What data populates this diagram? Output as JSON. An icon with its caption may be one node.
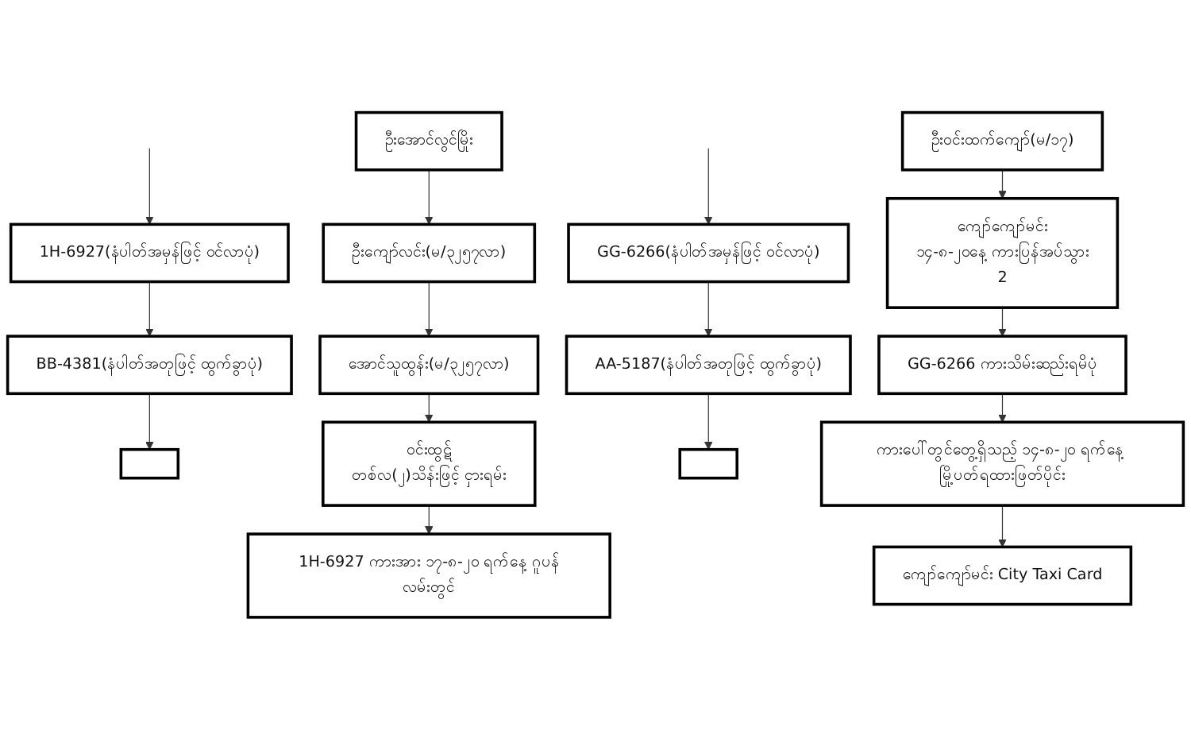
{
  "diagram": {
    "nodes": [
      {
        "text": [
          "1H-6927(နံပါတ်အမှန်ဖြင့် ဝင်လာပုံ)"
        ]
      },
      {
        "text": [
          "BB-4381(နံပါတ်အတုဖြင့် ထွက်ခွာပုံ)"
        ]
      },
      {
        "text": [],
        "shape": "box"
      },
      {
        "text": [
          "ဦးအောင်လွင်မြိုး"
        ]
      },
      {
        "text": [
          "ဦးကျော်လင်း(မ/၃၂၅၇လာ)"
        ]
      },
      {
        "text": [
          "အောင်သူထွန်း(မ/၃၂၅၇လာ)"
        ]
      },
      {
        "text": [
          "ဝင်းထွဋ်",
          "တစ်လ(၂)သိန်းဖြင့် ငှားရမ်း"
        ]
      },
      {
        "text": [
          "1H-6927 ကားအား ၁၇-၈-၂၀ ရက်နေ့ ဂူပန်လမ်းတွင်"
        ]
      },
      {
        "text": [
          "GG-6266(နံပါတ်အမှန်ဖြင့် ဝင်လာပုံ)"
        ]
      },
      {
        "text": [
          "AA-5187(နံပါတ်အတုဖြင့် ထွက်ခွာပုံ)"
        ]
      },
      {
        "text": [],
        "shape": "box"
      },
      {
        "text": [
          "ဦးဝင်းထက်ကျော်(မ/၁၇)"
        ]
      },
      {
        "text": [
          "ကျော်ကျော်မင်း",
          "၁၄-၈-၂၀နေ့ ကားပြန်အပ်သွား",
          "2"
        ]
      },
      {
        "text": [
          "GG-6266 ကားသိမ်းဆည်းရမိပုံ"
        ]
      },
      {
        "text": [
          "ကားပေါ်တွင်တွေ့ရှိသည့် ၁၄-၈-၂၀ ရက်နေ့ မြို့ပတ်ရထားဖြတ်ပိုင်း"
        ]
      },
      {
        "text": [
          "ကျော်ကျော်မင်း City Taxi Card"
        ]
      }
    ],
    "edges": [
      {
        "from": null,
        "to": 0,
        "arrow": "to"
      },
      {
        "from": null,
        "to": 8,
        "arrow": "to"
      },
      {
        "from": 0,
        "to": 1,
        "arrow": "to"
      },
      {
        "from": 1,
        "to": 2,
        "arrow": "to"
      },
      {
        "from": 3,
        "to": 4,
        "arrow": "to"
      },
      {
        "from": 4,
        "to": 5,
        "arrow": "to"
      },
      {
        "from": 5,
        "to": 6,
        "arrow": "to"
      },
      {
        "from": 6,
        "to": 7,
        "arrow": "to"
      },
      {
        "from": 8,
        "to": 9,
        "arrow": "to"
      },
      {
        "from": 9,
        "to": 10,
        "arrow": "to"
      },
      {
        "from": 11,
        "to": 12,
        "arrow": "to"
      },
      {
        "from": 12,
        "to": 13,
        "arrow": "to"
      },
      {
        "from": 13,
        "to": 14,
        "arrow": "to"
      },
      {
        "from": 14,
        "to": 15,
        "arrow": "to"
      }
    ]
  }
}
